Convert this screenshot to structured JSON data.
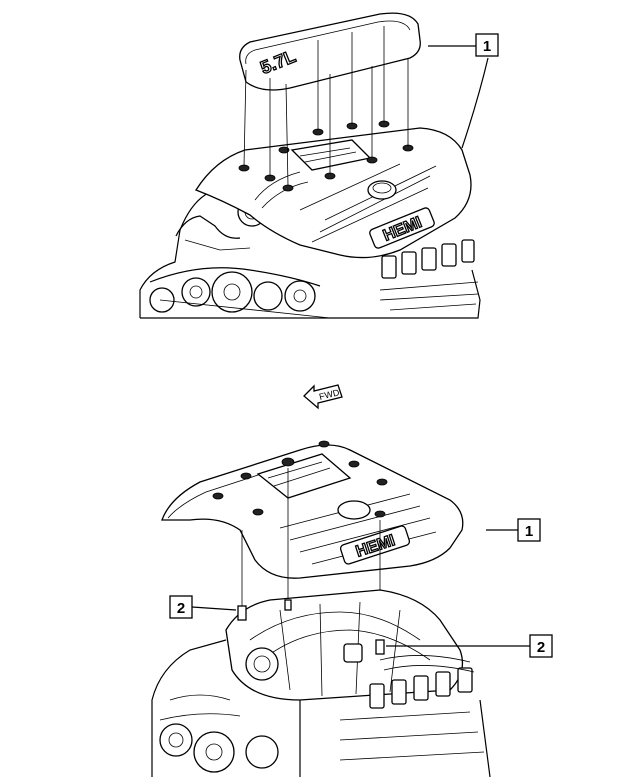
{
  "callouts": {
    "top_cover": "1",
    "bottom_cover": "1",
    "bottom_left_stud": "2",
    "bottom_right_stud": "2"
  },
  "logos": {
    "top_hemi": "HEMI",
    "top_badge": "5.7L",
    "bottom_hemi": "HEMI"
  },
  "direction_arrow": "FWD",
  "colors": {
    "line": "#000000",
    "background": "#ffffff"
  }
}
